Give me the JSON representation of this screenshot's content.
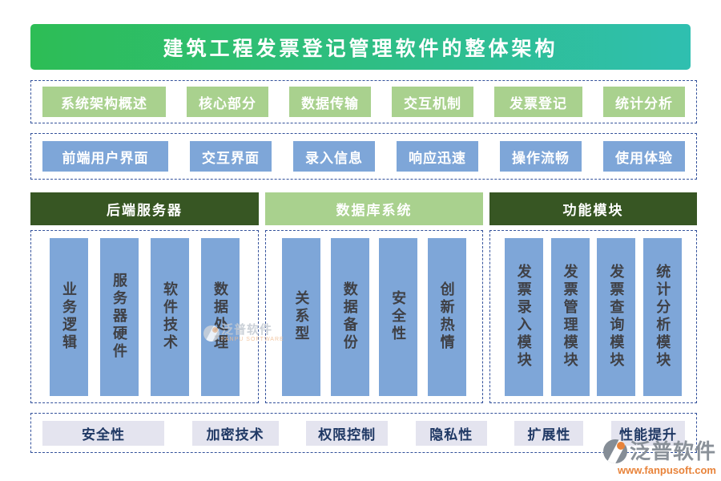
{
  "title": "建筑工程发票登记管理软件的整体架构",
  "top_row": {
    "items": [
      "系统架构概述",
      "核心部分",
      "数据传输",
      "交互机制",
      "发票登记",
      "统计分析"
    ]
  },
  "frontend_row": {
    "items": [
      "前端用户界面",
      "交互界面",
      "录入信息",
      "响应迅速",
      "操作流畅",
      "使用体验"
    ]
  },
  "sections": [
    {
      "header": "后端服务器",
      "bars": [
        "业务逻辑",
        "服务器硬件",
        "软件技术",
        "数据处理"
      ]
    },
    {
      "header": "数据库系统",
      "bars": [
        "关系型",
        "数据备份",
        "安全性",
        "创新热情"
      ]
    },
    {
      "header": "功能模块",
      "bars": [
        "发票录入模块",
        "发票管理模块",
        "发票查询模块",
        "统计分析模块"
      ]
    }
  ],
  "bottom_row": {
    "items": [
      "安全性",
      "加密技术",
      "权限控制",
      "隐私性",
      "扩展性",
      "性能提升"
    ]
  },
  "watermark": {
    "text": "泛普软件",
    "subtext": "FANPU SOFTWARE"
  },
  "logo": {
    "brand": "泛普软件",
    "website": "www.fanpusoft.com"
  },
  "colors": {
    "title_gradient_start": "#2dbd55",
    "title_gradient_end": "#2fbfb0",
    "light_green": "#a9d18e",
    "blue": "#7ea6d8",
    "dark_green": "#375623",
    "dashed_border": "#33519b",
    "chip_bg": "#e4e4ef",
    "chip_text": "#1f3864",
    "bar_text": "#3f4045",
    "logo_orange": "#e8833a"
  }
}
